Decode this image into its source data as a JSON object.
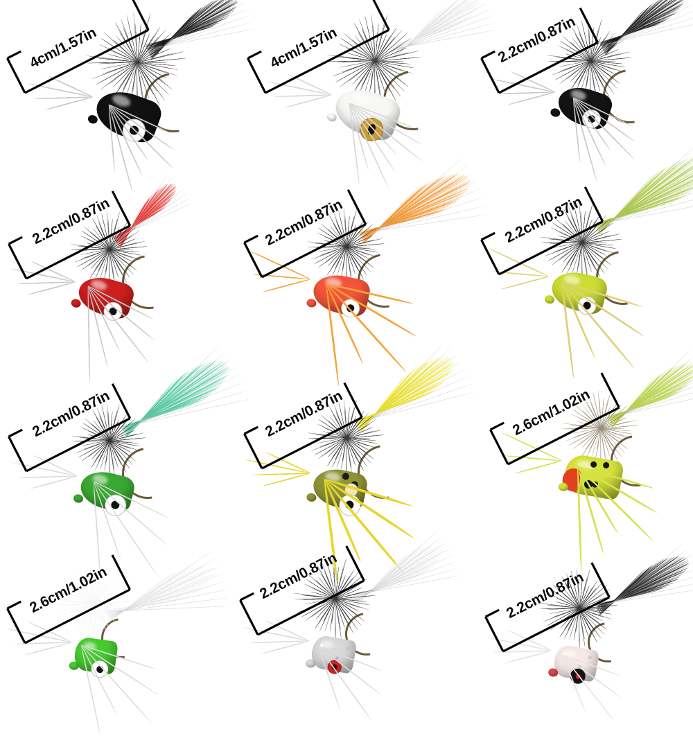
{
  "image": {
    "kind": "product-photo-grid",
    "background_color": "#ffffff",
    "columns": 3,
    "rows": 4,
    "total_items": 12,
    "subject": "fly fishing popper lures with size dimension callouts"
  },
  "dimension_callout": {
    "line_color": "#000000",
    "text_color": "#111111",
    "style": "rotated bracket with measurement text along the top-left diagonal"
  },
  "items": [
    {
      "index": 1,
      "position": "row1-col1",
      "size_label": "4cm/1.57in",
      "size_cm": "4cm",
      "size_in": "1.57in",
      "head_color": "#111111",
      "head_color_name": "black",
      "eye": "white-with-black-pupil",
      "tail_color": "#1a1a1a",
      "tail_color_name": "black",
      "hackle_color": "#1a1a1a",
      "legs_color": "#c9c9c9",
      "legs_color_name": "white"
    },
    {
      "index": 2,
      "position": "row1-col2",
      "size_label": "4cm/1.57in",
      "size_cm": "4cm",
      "size_in": "1.57in",
      "head_color": "#f7f7f5",
      "head_color_name": "white",
      "eye": "amber-with-black-pupil",
      "tail_color": "#efefef",
      "tail_color_name": "white",
      "hackle_color": "#1a1a1a",
      "legs_color": "#d8d8d8",
      "legs_color_name": "white"
    },
    {
      "index": 3,
      "position": "row1-col3",
      "size_label": "2.2cm/0.87in",
      "size_cm": "2.2cm",
      "size_in": "0.87in",
      "head_color": "#141414",
      "head_color_name": "black",
      "eye": "white-with-black-pupil",
      "tail_color": "#1a1a1a",
      "tail_color_name": "black",
      "hackle_color": "#1a1a1a",
      "legs_color": "#c9c9c9",
      "legs_color_name": "white"
    },
    {
      "index": 4,
      "position": "row2-col1",
      "size_label": "2.2cm/0.87in",
      "size_cm": "2.2cm",
      "size_in": "0.87in",
      "head_color": "#cc1f1f",
      "head_color_name": "red",
      "eye": "white-with-black-pupil",
      "tail_color": "#e8332c",
      "tail_color_name": "red",
      "hackle_color": "#1a1a1a",
      "legs_color": "#c9c9c9",
      "legs_color_name": "white"
    },
    {
      "index": 5,
      "position": "row2-col2",
      "size_label": "2.2cm/0.87in",
      "size_cm": "2.2cm",
      "size_in": "0.87in",
      "head_color": "#f4543a",
      "head_color_name": "orange-red",
      "eye": "white-with-black-pupil",
      "tail_color": "#f79020",
      "tail_color_name": "orange",
      "hackle_color": "#1a1a1a",
      "legs_color": "#f4a43a",
      "legs_color_name": "orange"
    },
    {
      "index": 6,
      "position": "row2-col3",
      "size_label": "2.2cm/0.87in",
      "size_cm": "2.2cm",
      "size_in": "0.87in",
      "head_color": "#ccdd33",
      "head_color_name": "chartreuse",
      "eye": "white-with-black-pupil",
      "tail_color": "#a8c63c",
      "tail_color_name": "chartreuse",
      "hackle_color": "#1a1a1a",
      "legs_color": "#ded07a",
      "legs_color_name": "pale yellow"
    },
    {
      "index": 7,
      "position": "row3-col1",
      "size_label": "2.2cm/0.87in",
      "size_cm": "2.2cm",
      "size_in": "0.87in",
      "head_color": "#3aa832",
      "head_color_name": "green",
      "eye": "white-with-black-pupil",
      "tail_color": "#46c79b",
      "tail_color_name": "green",
      "hackle_color": "#1a1a1a",
      "legs_color": "#dcdcdc",
      "legs_color_name": "white"
    },
    {
      "index": 8,
      "position": "row3-col2",
      "size_label": "2.2cm/0.87in",
      "size_cm": "2.2cm",
      "size_in": "0.87in",
      "head_color": "#8f9438",
      "head_color_name": "olive",
      "eye": "white-with-black-pupil",
      "tail_color": "#efe31f",
      "tail_color_name": "yellow",
      "hackle_color": "#1a1a1a",
      "legs_color": "#e8d62f",
      "legs_color_name": "yellow"
    },
    {
      "index": 9,
      "position": "row3-col3",
      "size_label": "2.6cm/1.02in",
      "size_cm": "2.6cm",
      "size_in": "1.02in",
      "head_color": "#d6e23a",
      "head_color_name": "chartreuse with red face and black spots",
      "eye": "black-spot",
      "tail_color": "#b7d43a",
      "tail_color_name": "chartreuse and grizzly",
      "hackle_color": "#8a7e63",
      "legs_color": "#d4e34b",
      "legs_color_name": "chartreuse"
    },
    {
      "index": 10,
      "position": "row4-col1",
      "size_label": "2.6cm/1.02in",
      "size_cm": "2.6cm",
      "size_in": "1.02in",
      "head_color": "#45cc2e",
      "head_color_name": "green",
      "eye": "white-with-black-pupil",
      "tail_color": "#f2f2f2",
      "tail_color_name": "white",
      "hackle_color": "#f2f2f2",
      "legs_color": "#dddddd",
      "legs_color_name": "white"
    },
    {
      "index": 11,
      "position": "row4-col2",
      "size_label": "2.2cm/0.87in",
      "size_cm": "2.2cm",
      "size_in": "0.87in",
      "head_color": "#d9d9d9",
      "head_color_name": "silver glitter",
      "eye": "red-with-black-pupil",
      "tail_color": "#ededed",
      "tail_color_name": "white",
      "hackle_color": "#1a1a1a",
      "legs_color": "#dcdcdc",
      "legs_color_name": "white"
    },
    {
      "index": 12,
      "position": "row4-col3",
      "size_label": "2.2cm/0.87in",
      "size_cm": "2.2cm",
      "size_in": "0.87in",
      "head_color": "#f6e9e6",
      "head_color_name": "white-pink glitter",
      "eye": "black-with-red-pupil",
      "tail_color": "#1a1a1a",
      "tail_color_name": "black and white",
      "hackle_color": "#1a1a1a",
      "legs_color": "#e4e4e4",
      "legs_color_name": "white"
    }
  ]
}
